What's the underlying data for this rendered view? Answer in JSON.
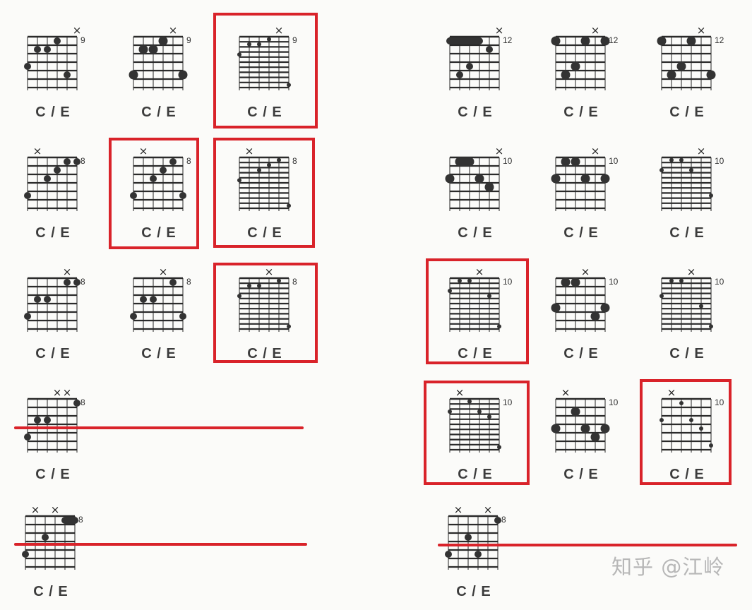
{
  "watermark": "知乎 @江岭",
  "mute_symbol": "×",
  "chords": [
    {
      "id": "l-r1-c1",
      "name": "C / E",
      "fret": "9",
      "strings": 6,
      "frets": 6,
      "dot": "m",
      "mutes": [
        5
      ],
      "dots": [
        [
          3,
          1
        ],
        [
          1,
          2
        ],
        [
          2,
          2
        ],
        [
          0,
          4
        ],
        [
          4,
          5
        ]
      ],
      "barres": [],
      "highlight": false
    },
    {
      "id": "l-r1-c2",
      "name": "C / E",
      "fret": "9",
      "strings": 6,
      "frets": 6,
      "dot": "l",
      "mutes": [
        4
      ],
      "dots": [
        [
          3,
          1
        ],
        [
          1,
          2
        ],
        [
          2,
          2
        ],
        [
          0,
          5
        ],
        [
          5,
          5
        ]
      ],
      "barres": [],
      "highlight": false
    },
    {
      "id": "l-r1-c3",
      "name": "C / E",
      "fret": "9",
      "strings": 6,
      "frets": 10,
      "dot": "s",
      "mutes": [
        4
      ],
      "dots": [
        [
          3,
          1
        ],
        [
          1,
          2
        ],
        [
          2,
          2
        ],
        [
          0,
          4
        ],
        [
          5,
          10
        ]
      ],
      "barres": [],
      "highlight": true
    },
    {
      "id": "l-r2-c1",
      "name": "C / E",
      "fret": "8",
      "strings": 6,
      "frets": 6,
      "dot": "m",
      "mutes": [
        1
      ],
      "dots": [
        [
          4,
          1
        ],
        [
          5,
          1
        ],
        [
          3,
          2
        ],
        [
          2,
          3
        ],
        [
          0,
          5
        ]
      ],
      "barres": [],
      "highlight": false
    },
    {
      "id": "l-r2-c2",
      "name": "C / E",
      "fret": "8",
      "strings": 6,
      "frets": 6,
      "dot": "m",
      "mutes": [
        1
      ],
      "dots": [
        [
          4,
          1
        ],
        [
          3,
          2
        ],
        [
          2,
          3
        ],
        [
          0,
          5
        ],
        [
          5,
          5
        ]
      ],
      "barres": [],
      "highlight": true
    },
    {
      "id": "l-r2-c3",
      "name": "C / E",
      "fret": "8",
      "strings": 6,
      "frets": 10,
      "dot": "s",
      "mutes": [
        1
      ],
      "dots": [
        [
          4,
          1
        ],
        [
          3,
          2
        ],
        [
          2,
          3
        ],
        [
          0,
          5
        ],
        [
          5,
          10
        ]
      ],
      "barres": [],
      "highlight": true
    },
    {
      "id": "l-r3-c1",
      "name": "C / E",
      "fret": "8",
      "strings": 6,
      "frets": 6,
      "dot": "m",
      "mutes": [
        4
      ],
      "dots": [
        [
          4,
          1
        ],
        [
          5,
          1
        ],
        [
          1,
          3
        ],
        [
          2,
          3
        ],
        [
          0,
          5
        ]
      ],
      "barres": [],
      "highlight": false
    },
    {
      "id": "l-r3-c2",
      "name": "C / E",
      "fret": "8",
      "strings": 6,
      "frets": 6,
      "dot": "m",
      "mutes": [
        3
      ],
      "dots": [
        [
          4,
          1
        ],
        [
          1,
          3
        ],
        [
          2,
          3
        ],
        [
          0,
          5
        ],
        [
          5,
          5
        ]
      ],
      "barres": [],
      "highlight": false
    },
    {
      "id": "l-r3-c3",
      "name": "C / E",
      "fret": "8",
      "strings": 6,
      "frets": 10,
      "dot": "s",
      "mutes": [
        3
      ],
      "dots": [
        [
          4,
          1
        ],
        [
          1,
          2
        ],
        [
          2,
          2
        ],
        [
          0,
          4
        ],
        [
          5,
          10
        ]
      ],
      "barres": [],
      "highlight": true
    },
    {
      "id": "l-r4-c1",
      "name": "C / E",
      "fret": "8",
      "strings": 6,
      "frets": 6,
      "dot": "m",
      "mutes": [
        3,
        4
      ],
      "dots": [
        [
          5,
          1
        ],
        [
          1,
          3
        ],
        [
          2,
          3
        ],
        [
          0,
          5
        ]
      ],
      "barres": [],
      "highlight": false
    },
    {
      "id": "l-r5-c1",
      "name": "C / E",
      "fret": "8",
      "strings": 6,
      "frets": 6,
      "dot": "m",
      "mutes": [
        1,
        3
      ],
      "dots": [
        [
          2,
          3
        ],
        [
          0,
          5
        ]
      ],
      "barres": [
        [
          4,
          5,
          1
        ]
      ],
      "highlight": false
    },
    {
      "id": "r-r1-c1",
      "name": "C / E",
      "fret": "12",
      "strings": 6,
      "frets": 6,
      "dot": "m",
      "mutes": [
        5
      ],
      "dots": [
        [
          4,
          2
        ],
        [
          2,
          4
        ],
        [
          1,
          5
        ]
      ],
      "barres": [
        [
          0,
          3,
          1
        ]
      ],
      "highlight": false
    },
    {
      "id": "r-r1-c2",
      "name": "C / E",
      "fret": "12",
      "strings": 6,
      "frets": 6,
      "dot": "l",
      "mutes": [
        4
      ],
      "dots": [
        [
          0,
          1
        ],
        [
          3,
          1
        ],
        [
          5,
          1
        ],
        [
          2,
          4
        ],
        [
          1,
          5
        ]
      ],
      "barres": [],
      "highlight": false
    },
    {
      "id": "r-r1-c3",
      "name": "C / E",
      "fret": "12",
      "strings": 6,
      "frets": 6,
      "dot": "l",
      "mutes": [
        4
      ],
      "dots": [
        [
          0,
          1
        ],
        [
          3,
          1
        ],
        [
          2,
          4
        ],
        [
          1,
          5
        ],
        [
          5,
          5
        ]
      ],
      "barres": [],
      "highlight": false
    },
    {
      "id": "r-r2-c1",
      "name": "C / E",
      "fret": "10",
      "strings": 6,
      "frets": 6,
      "dot": "l",
      "mutes": [
        5
      ],
      "dots": [
        [
          0,
          3
        ],
        [
          3,
          3
        ],
        [
          4,
          4
        ]
      ],
      "barres": [
        [
          1,
          2,
          1
        ]
      ],
      "highlight": false
    },
    {
      "id": "r-r2-c2",
      "name": "C / E",
      "fret": "10",
      "strings": 6,
      "frets": 6,
      "dot": "l",
      "mutes": [
        4
      ],
      "dots": [
        [
          1,
          1
        ],
        [
          2,
          1
        ],
        [
          0,
          3
        ],
        [
          3,
          3
        ],
        [
          5,
          3
        ]
      ],
      "barres": [],
      "highlight": false
    },
    {
      "id": "r-r2-c3",
      "name": "C / E",
      "fret": "10",
      "strings": 6,
      "frets": 10,
      "dot": "s",
      "mutes": [
        4
      ],
      "dots": [
        [
          1,
          1
        ],
        [
          2,
          1
        ],
        [
          0,
          3
        ],
        [
          3,
          3
        ],
        [
          5,
          8
        ]
      ],
      "barres": [],
      "highlight": false
    },
    {
      "id": "r-r3-c1",
      "name": "C / E",
      "fret": "10",
      "strings": 6,
      "frets": 10,
      "dot": "s",
      "mutes": [
        3
      ],
      "dots": [
        [
          1,
          1
        ],
        [
          2,
          1
        ],
        [
          0,
          3
        ],
        [
          4,
          4
        ],
        [
          5,
          10
        ]
      ],
      "barres": [],
      "highlight": true
    },
    {
      "id": "r-r3-c2",
      "name": "C / E",
      "fret": "10",
      "strings": 6,
      "frets": 6,
      "dot": "l",
      "mutes": [
        3
      ],
      "dots": [
        [
          1,
          1
        ],
        [
          2,
          1
        ],
        [
          0,
          4
        ],
        [
          5,
          4
        ],
        [
          4,
          5
        ]
      ],
      "barres": [],
      "highlight": false
    },
    {
      "id": "r-r3-c3",
      "name": "C / E",
      "fret": "10",
      "strings": 6,
      "frets": 10,
      "dot": "s",
      "mutes": [
        3
      ],
      "dots": [
        [
          1,
          1
        ],
        [
          2,
          1
        ],
        [
          0,
          4
        ],
        [
          4,
          6
        ],
        [
          5,
          10
        ]
      ],
      "barres": [],
      "highlight": false
    },
    {
      "id": "r-r4-c1",
      "name": "C / E",
      "fret": "10",
      "strings": 6,
      "frets": 10,
      "dot": "s",
      "mutes": [
        1
      ],
      "dots": [
        [
          2,
          1
        ],
        [
          0,
          3
        ],
        [
          3,
          3
        ],
        [
          4,
          4
        ],
        [
          5,
          10
        ]
      ],
      "barres": [],
      "highlight": true
    },
    {
      "id": "r-r4-c2",
      "name": "C / E",
      "fret": "10",
      "strings": 6,
      "frets": 6,
      "dot": "l",
      "mutes": [
        1
      ],
      "dots": [
        [
          2,
          2
        ],
        [
          0,
          4
        ],
        [
          3,
          4
        ],
        [
          5,
          4
        ],
        [
          4,
          5
        ]
      ],
      "barres": [],
      "highlight": false
    },
    {
      "id": "r-r4-c3",
      "name": "C / E",
      "fret": "10",
      "strings": 6,
      "frets": 6,
      "dot": "s",
      "mutes": [
        1
      ],
      "dots": [
        [
          2,
          1
        ],
        [
          0,
          3
        ],
        [
          3,
          3
        ],
        [
          4,
          4
        ],
        [
          5,
          6
        ]
      ],
      "barres": [],
      "highlight": true
    },
    {
      "id": "r-r5-c1",
      "name": "C / E",
      "fret": "8",
      "strings": 6,
      "frets": 6,
      "dot": "m",
      "mutes": [
        1,
        4
      ],
      "dots": [
        [
          5,
          1
        ],
        [
          2,
          3
        ],
        [
          0,
          5
        ],
        [
          3,
          5
        ]
      ],
      "barres": [],
      "highlight": false
    }
  ],
  "strikes": [
    "l-r4",
    "l-r5",
    "r-r5"
  ]
}
